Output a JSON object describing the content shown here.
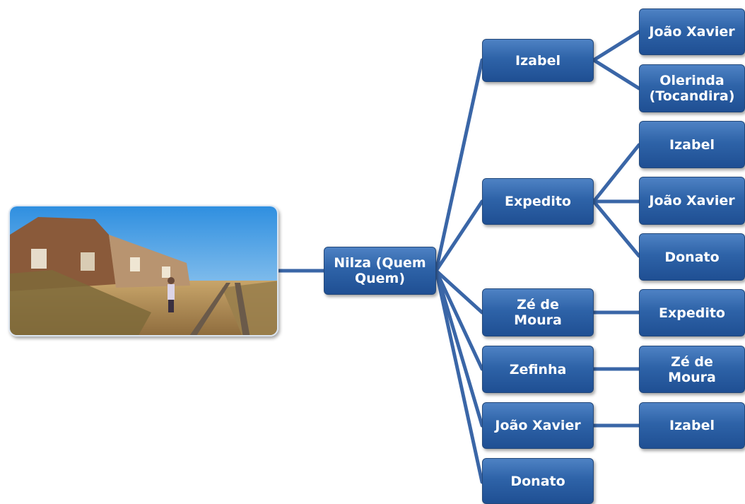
{
  "diagram": {
    "root": {
      "label": "Nilza (Quem\nQuem)"
    },
    "photo": {
      "description_icon": "photo-icon"
    },
    "children": [
      {
        "id": "izabel",
        "label": "Izabel",
        "children": [
          "João Xavier",
          "Olerinda\n(Tocandira)"
        ]
      },
      {
        "id": "expedito",
        "label": "Expedito",
        "children": [
          "Izabel",
          "João Xavier",
          "Donato"
        ]
      },
      {
        "id": "ze-de-moura",
        "label": "Zé de\nMoura",
        "children": [
          "Expedito"
        ]
      },
      {
        "id": "zefinha",
        "label": "Zefinha",
        "children": [
          "Zé de\nMoura"
        ]
      },
      {
        "id": "joao-xavier",
        "label": "João Xavier",
        "children": [
          "Izabel"
        ]
      },
      {
        "id": "donato",
        "label": "Donato",
        "children": []
      }
    ],
    "colors": {
      "node": "#2e63a8",
      "line": "#3a66a7",
      "text": "#ffffff"
    }
  }
}
